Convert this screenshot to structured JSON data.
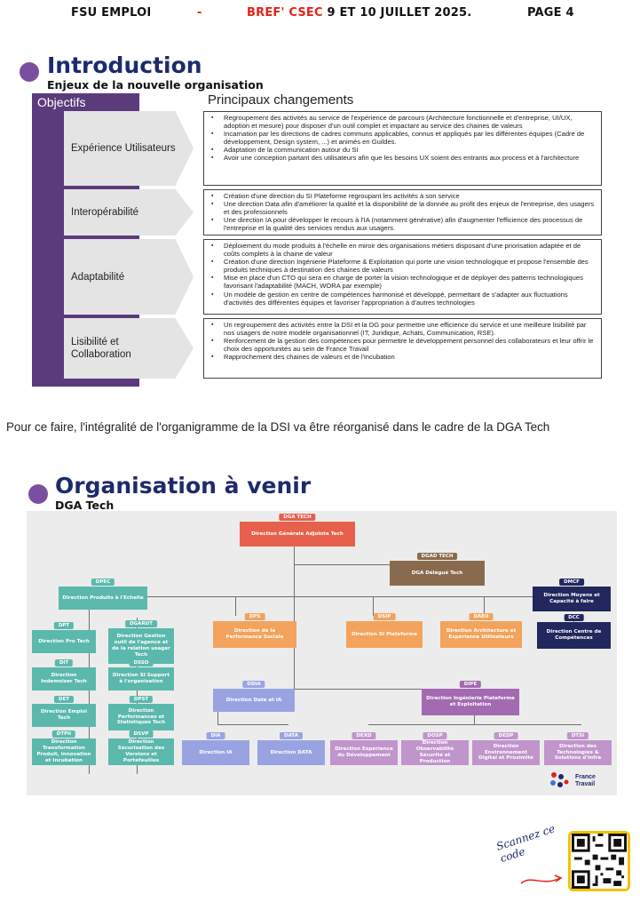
{
  "header": {
    "left": "FSU EMPLOI",
    "dash": "-",
    "mid_red": "BREF' CSEC",
    "mid_black": "9 ET 10 JUILLET 2025.",
    "right": "PAGE 4"
  },
  "intro": {
    "title": "Introduction",
    "subtitle": "Enjeux de la nouvelle organisation",
    "objectives_header": "Objectifs",
    "changes_header": "Principaux changements",
    "rows": [
      {
        "objective": "Expérience Utilisateurs",
        "items": [
          "Regroupement des activités au service de l'expérience de parcours (Architecture fonctionnelle et d'entreprise, UI/UX, adoption et mesure) pour disposer d'un outil complet et impactant au service des chaines de valeurs",
          "Incarnation par les directions de cadres communs applicables, connus et appliqués par les différentes équipes (Cadre de développement, Design system, ...) et animés en Guildes.",
          "Adaptation de la communication autour du SI",
          "Avoir une conception partant des utilisateurs afin que les besoins UX soient des entrants aux process et à l'architecture"
        ]
      },
      {
        "objective": "Interopérabilité",
        "items": [
          "Création d'une direction du SI Plateforme regroupant les activités à son service",
          "Une direction Data afin d'améliorer la qualité et la disponibilité de la donnée au profit des enjeux de l'entreprise, des usagers et des professionnels",
          "Une direction IA pour développer le recours à l'IA (notamment générative) afin d'augmenter l'efficience des processus de l'entreprise et la qualité des services rendus aux usagers."
        ]
      },
      {
        "objective": "Adaptabilité",
        "items": [
          "Déploiement du mode produits à l'échelle en miroir des organisations métiers disposant d'une priorisation adaptée et de coûts complets à la chaine de valeur",
          "Création d'une direction Ingénierie Plateforme & Exploitation qui porte une vision technologique et propose l'ensemble des produits techniques à destination des chaines de valeurs",
          "Mise en place d'un CTO qui sera en charge de porter la vision technologique et de déployer des patterns technologiques favorisant l'adaptabilité (MACH, WORA par exemple)",
          "Un modèle de gestion en centre de compétences harmonisé et développé, permettant de s'adapter aux fluctuations d'activités des différentes équipes et favoriser l'appropriation à d'autres technologies"
        ]
      },
      {
        "objective": "Lisibilité et Collaboration",
        "items": [
          "Un regroupement des activités entre la DSI et la DG pour permettre une efficience du service et une meilleure lisibilité par nos usagers de notre modèle organisationnel (IT, Juridique, Achats, Communication, RSE).",
          "Renforcement de la gestion des compétences pour permettre le développement personnel des collaborateurs et leur offrir le choix des opportunités au sein de France Travail",
          "Rapprochement des chaines de valeurs et de l'incubation"
        ]
      }
    ]
  },
  "sentence": "Pour ce faire, l'intégralité de l'organigramme de la DSI va être réorganisé dans le cadre de la DGA Tech",
  "org": {
    "title": "Organisation à venir",
    "subtitle": "DGA Tech",
    "nodes": {
      "dgatech": {
        "code": "DGA TECH",
        "label": "Direction Générale Adjointe Tech"
      },
      "dgadtech": {
        "code": "DGAD TECH",
        "label": "DGA Délégué Tech"
      },
      "dpec": {
        "code": "DPEC",
        "label": "Direction Produits à l'Echelle"
      },
      "dmcf": {
        "code": "DMCF",
        "label": "Direction Moyens et Capacité à faire"
      },
      "dcc": {
        "code": "DCC",
        "label": "Direction Centre de Compétences"
      },
      "dps": {
        "code": "DPS",
        "label": "Direction de la Performance Sociale"
      },
      "dsip": {
        "code": "DSIP",
        "label": "Direction SI Plateforme"
      },
      "daeu": {
        "code": "DAEU",
        "label": "Direction Architecture et Expérience Utilisateurs"
      },
      "dpt": {
        "code": "DPT",
        "label": "Direction Pro Tech"
      },
      "dgarut": {
        "code": "DGARUT",
        "label": "Direction Gestion outil de l'agence et de la relation usager Tech"
      },
      "dit": {
        "code": "DIT",
        "label": "Direction Indemniser Tech"
      },
      "dsso": {
        "code": "DSSO",
        "label": "Direction SI Support à l'organisation"
      },
      "det": {
        "code": "DET",
        "label": "Direction Emploi Tech"
      },
      "dpst": {
        "code": "DPST",
        "label": "Direction Performances et Statistiques Tech"
      },
      "dtpii": {
        "code": "DTPII",
        "label": "Direction Transformation Produit, Innovation et Incubation"
      },
      "dsvp": {
        "code": "DSVP",
        "label": "Direction Sécurisation des Versions et Portefeuilles"
      },
      "ddia": {
        "code": "DDIA",
        "label": "Direction Data et IA"
      },
      "dipe": {
        "code": "DIPE",
        "label": "Direction Ingénierie Plateforme et Exploitation"
      },
      "dia": {
        "code": "DIA",
        "label": "Direction IA"
      },
      "data": {
        "code": "DATA",
        "label": "Direction DATA"
      },
      "dexd": {
        "code": "DEXD",
        "label": "Direction Expérience du Développement"
      },
      "dosp": {
        "code": "DOSP",
        "label": "Direction Observabilité Sécurité et Production"
      },
      "dedp": {
        "code": "DEDP",
        "label": "Direction Environnement Digital et Proximité"
      },
      "dtsi": {
        "code": "DTSI",
        "label": "Direction des Technologies & Solutions d'Infra"
      }
    },
    "brand": "France Travail"
  },
  "qr": {
    "caption": "Scannez ce code"
  }
}
